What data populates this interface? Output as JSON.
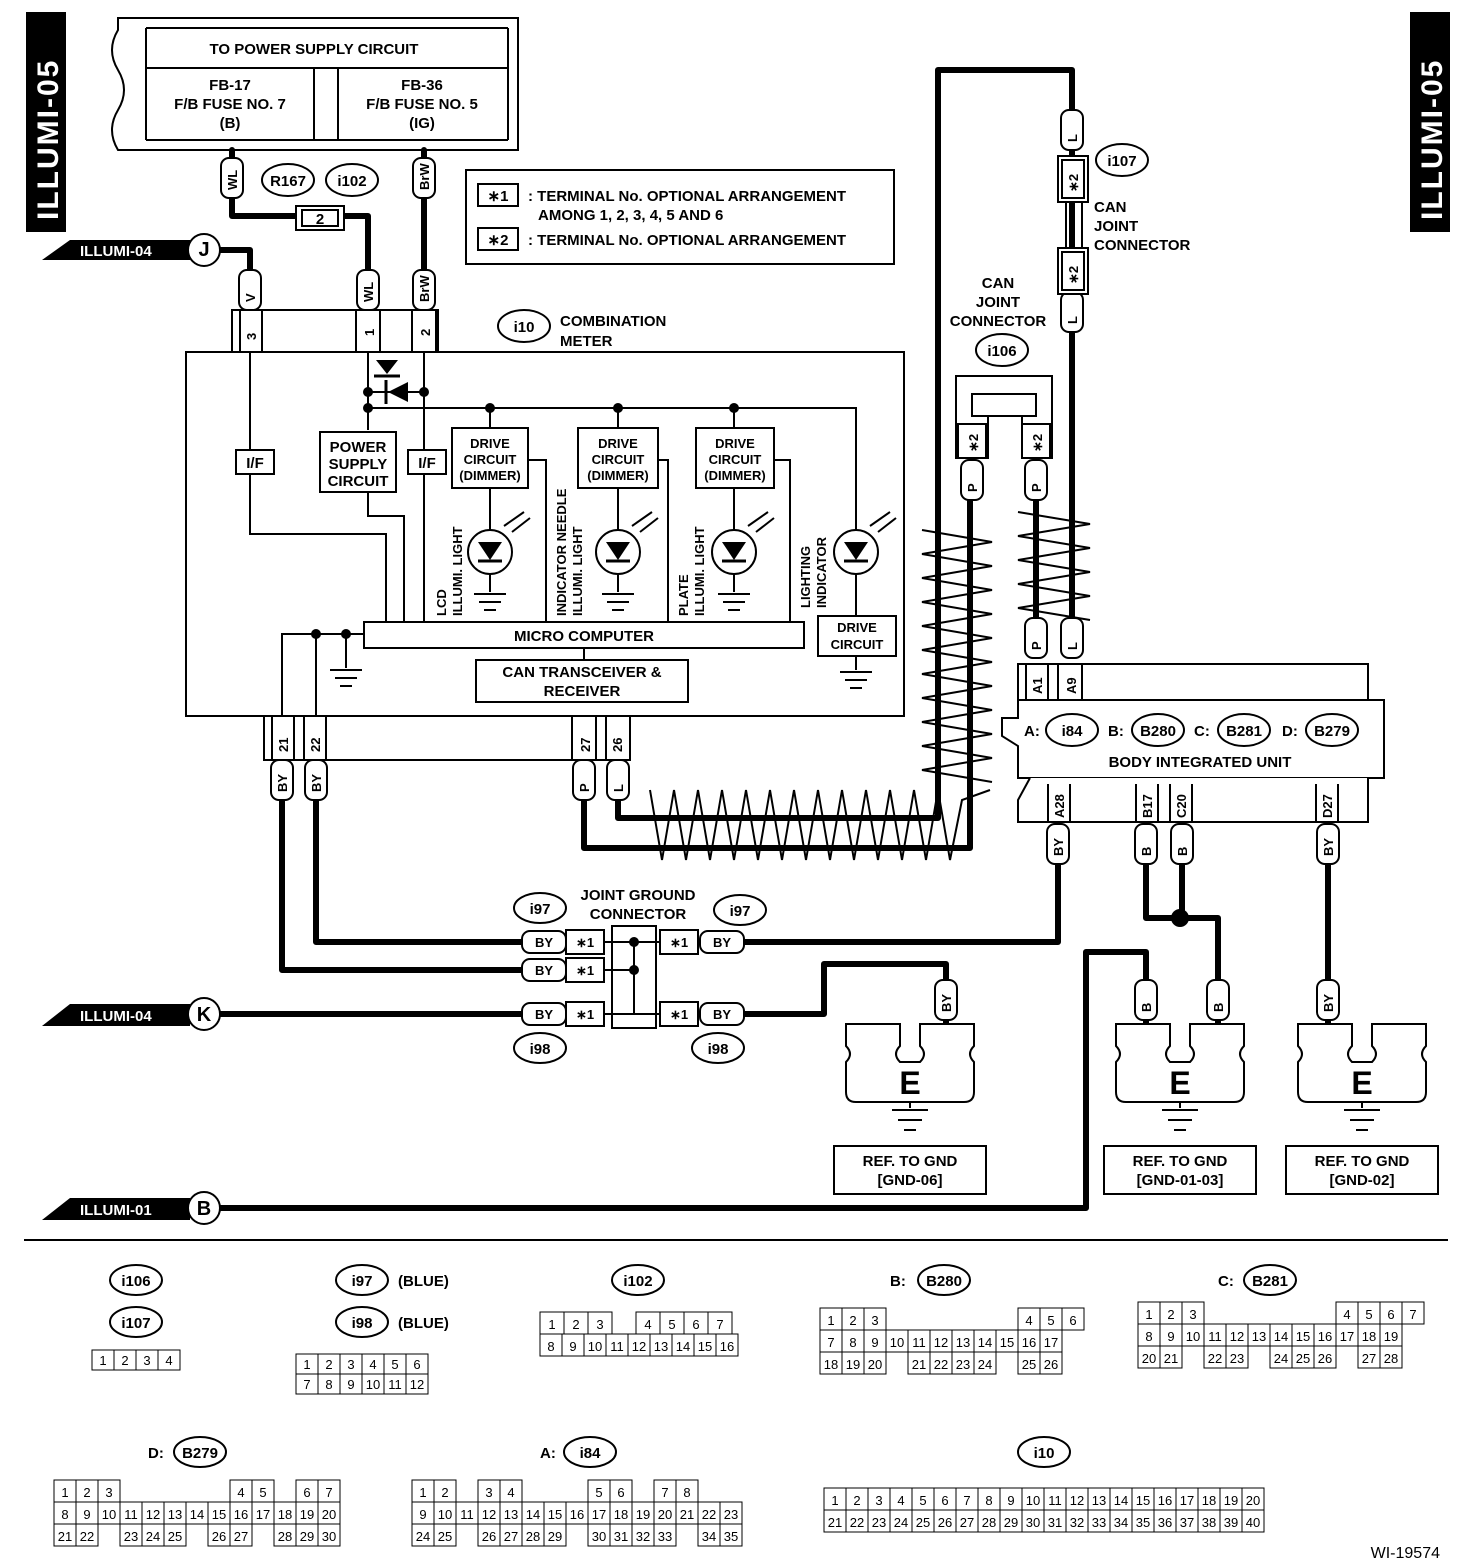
{
  "page": {
    "side_label_left": "ILLUMI-05",
    "side_label_right": "ILLUMI-05",
    "figure_id": "WI-19574"
  },
  "power_supply": {
    "title": "TO POWER SUPPLY CIRCUIT",
    "fuse1": {
      "id": "FB-17",
      "name": "F/B FUSE NO. 7",
      "type": "(B)"
    },
    "fuse2": {
      "id": "FB-36",
      "name": "F/B FUSE NO. 5",
      "type": "(IG)"
    }
  },
  "legend": {
    "star1": "∗1",
    "star1_text_line1": ": TERMINAL No. OPTIONAL ARRANGEMENT",
    "star1_text_line2": "AMONG 1, 2, 3, 4, 5 AND 6",
    "star2": "∗2",
    "star2_text": ": TERMINAL No. OPTIONAL ARRANGEMENT"
  },
  "offpage": {
    "j_label": "ILLUMI-04",
    "j_letter": "J",
    "k_label": "ILLUMI-04",
    "k_letter": "K",
    "b_label": "ILLUMI-01",
    "b_letter": "B"
  },
  "connectors": {
    "r167": "R167",
    "i102": "i102",
    "i102_pin": "2",
    "i10": "i10",
    "i106": "i106",
    "i107": "i107",
    "i97": "i97",
    "i98": "i98",
    "i84": "i84",
    "b280": "B280",
    "b281": "B281",
    "b279": "B279"
  },
  "wire_colors": {
    "wl": "WL",
    "brw": "BrW",
    "v": "V",
    "by": "BY",
    "p": "P",
    "l": "L",
    "b": "B"
  },
  "pins": {
    "meter_top": [
      "3",
      "1",
      "2"
    ],
    "meter_bottom": [
      "21",
      "22",
      "27",
      "26"
    ],
    "biu_top": [
      "A1",
      "A9"
    ],
    "biu_bottom": [
      "A28",
      "B17",
      "C20",
      "D27"
    ],
    "star2": "∗2",
    "star1": "∗1"
  },
  "meter": {
    "title_line1": "COMBINATION",
    "title_line2": "METER",
    "if_label": "I/F",
    "power_supply_line1": "POWER",
    "power_supply_line2": "SUPPLY",
    "power_supply_line3": "CIRCUIT",
    "drive_line1": "DRIVE",
    "drive_line2": "CIRCUIT",
    "drive_line3": "(DIMMER)",
    "lcd_line1": "LCD",
    "lcd_line2": "ILLUMI. LIGHT",
    "needle_line1": "INDICATOR NEEDLE",
    "needle_line2": "ILLUMI. LIGHT",
    "plate_line1": "PLATE",
    "plate_line2": "ILLUMI. LIGHT",
    "lighting_line1": "LIGHTING",
    "lighting_line2": "INDICATOR",
    "drive_circuit_line1": "DRIVE",
    "drive_circuit_line2": "CIRCUIT",
    "micro": "MICRO COMPUTER",
    "can_line1": "CAN TRANSCEIVER &",
    "can_line2": "RECEIVER"
  },
  "can_joint": {
    "line1": "CAN",
    "line2": "JOINT",
    "line3": "CONNECTOR"
  },
  "biu": {
    "title": "BODY INTEGRATED UNIT",
    "a": "A:",
    "b": "B:",
    "c": "C:",
    "d": "D:"
  },
  "joint_ground": {
    "line1": "JOINT GROUND",
    "line2": "CONNECTOR"
  },
  "grounds": [
    {
      "letter": "E",
      "ref_line1": "REF. TO GND",
      "ref_line2": "[GND-06]"
    },
    {
      "letter": "E",
      "ref_line1": "REF. TO GND",
      "ref_line2": "[GND-01-03]"
    },
    {
      "letter": "E",
      "ref_line1": "REF. TO GND",
      "ref_line2": "[GND-02]"
    }
  ],
  "connector_views": {
    "blue": "(BLUE)",
    "i106_i107_pins": [
      "1",
      "2",
      "3",
      "4"
    ],
    "i97_pins": [
      [
        "1",
        "2",
        "3",
        "4",
        "5",
        "6"
      ],
      [
        "7",
        "8",
        "9",
        "10",
        "11",
        "12"
      ]
    ],
    "i102_pins": [
      [
        "1",
        "2",
        "3",
        "",
        "4",
        "5",
        "6",
        "7"
      ],
      [
        "8",
        "9",
        "10",
        "11",
        "12",
        "13",
        "14",
        "15",
        "16"
      ]
    ],
    "b280_pins": [
      [
        "1",
        "2",
        "3",
        "",
        "",
        "",
        "",
        "",
        "",
        "4",
        "5",
        "6"
      ],
      [
        "7",
        "8",
        "9",
        "10",
        "11",
        "12",
        "13",
        "14",
        "15",
        "16",
        "17"
      ],
      [
        "18",
        "19",
        "20",
        "",
        "21",
        "22",
        "23",
        "24",
        "",
        "25",
        "26"
      ]
    ],
    "b281_pins": [
      [
        "1",
        "2",
        "3",
        "",
        "",
        "",
        "",
        "",
        "",
        "4",
        "5",
        "6",
        "7"
      ],
      [
        "8",
        "9",
        "10",
        "11",
        "12",
        "13",
        "14",
        "15",
        "16",
        "17",
        "18",
        "19"
      ],
      [
        "20",
        "21",
        "",
        "22",
        "23",
        "",
        "24",
        "25",
        "26",
        "",
        "27",
        "28"
      ]
    ],
    "b279_pins": [
      [
        "1",
        "2",
        "3",
        "",
        "",
        "",
        "",
        "",
        "4",
        "5",
        "",
        "6",
        "7"
      ],
      [
        "8",
        "9",
        "10",
        "11",
        "12",
        "13",
        "14",
        "15",
        "16",
        "17",
        "18",
        "19",
        "20"
      ],
      [
        "21",
        "22",
        "",
        "23",
        "24",
        "25",
        "",
        "26",
        "27",
        "",
        "28",
        "29",
        "30"
      ]
    ],
    "i84_pins": [
      [
        "1",
        "2",
        "",
        "3",
        "4",
        "",
        "",
        "",
        "5",
        "6",
        "",
        "7",
        "8"
      ],
      [
        "9",
        "10",
        "11",
        "12",
        "13",
        "14",
        "15",
        "16",
        "17",
        "18",
        "19",
        "20",
        "21",
        "22",
        "23"
      ],
      [
        "24",
        "25",
        "",
        "26",
        "27",
        "28",
        "29",
        "",
        "30",
        "31",
        "32",
        "33",
        "",
        "34",
        "35"
      ]
    ],
    "i10_pins": [
      [
        "1",
        "2",
        "3",
        "4",
        "5",
        "6",
        "7",
        "8",
        "9",
        "10",
        "11",
        "12",
        "13",
        "14",
        "15",
        "16",
        "17",
        "18",
        "19",
        "20"
      ],
      [
        "21",
        "22",
        "23",
        "24",
        "25",
        "26",
        "27",
        "28",
        "29",
        "30",
        "31",
        "32",
        "33",
        "34",
        "35",
        "36",
        "37",
        "38",
        "39",
        "40"
      ]
    ]
  }
}
